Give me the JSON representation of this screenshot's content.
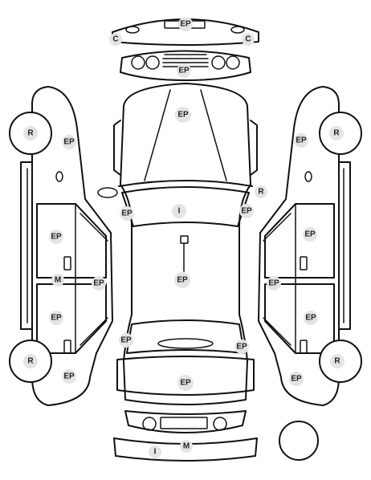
{
  "markers": {
    "ep": "EP",
    "c": "C",
    "r": "R",
    "i": "I",
    "m": "M"
  }
}
